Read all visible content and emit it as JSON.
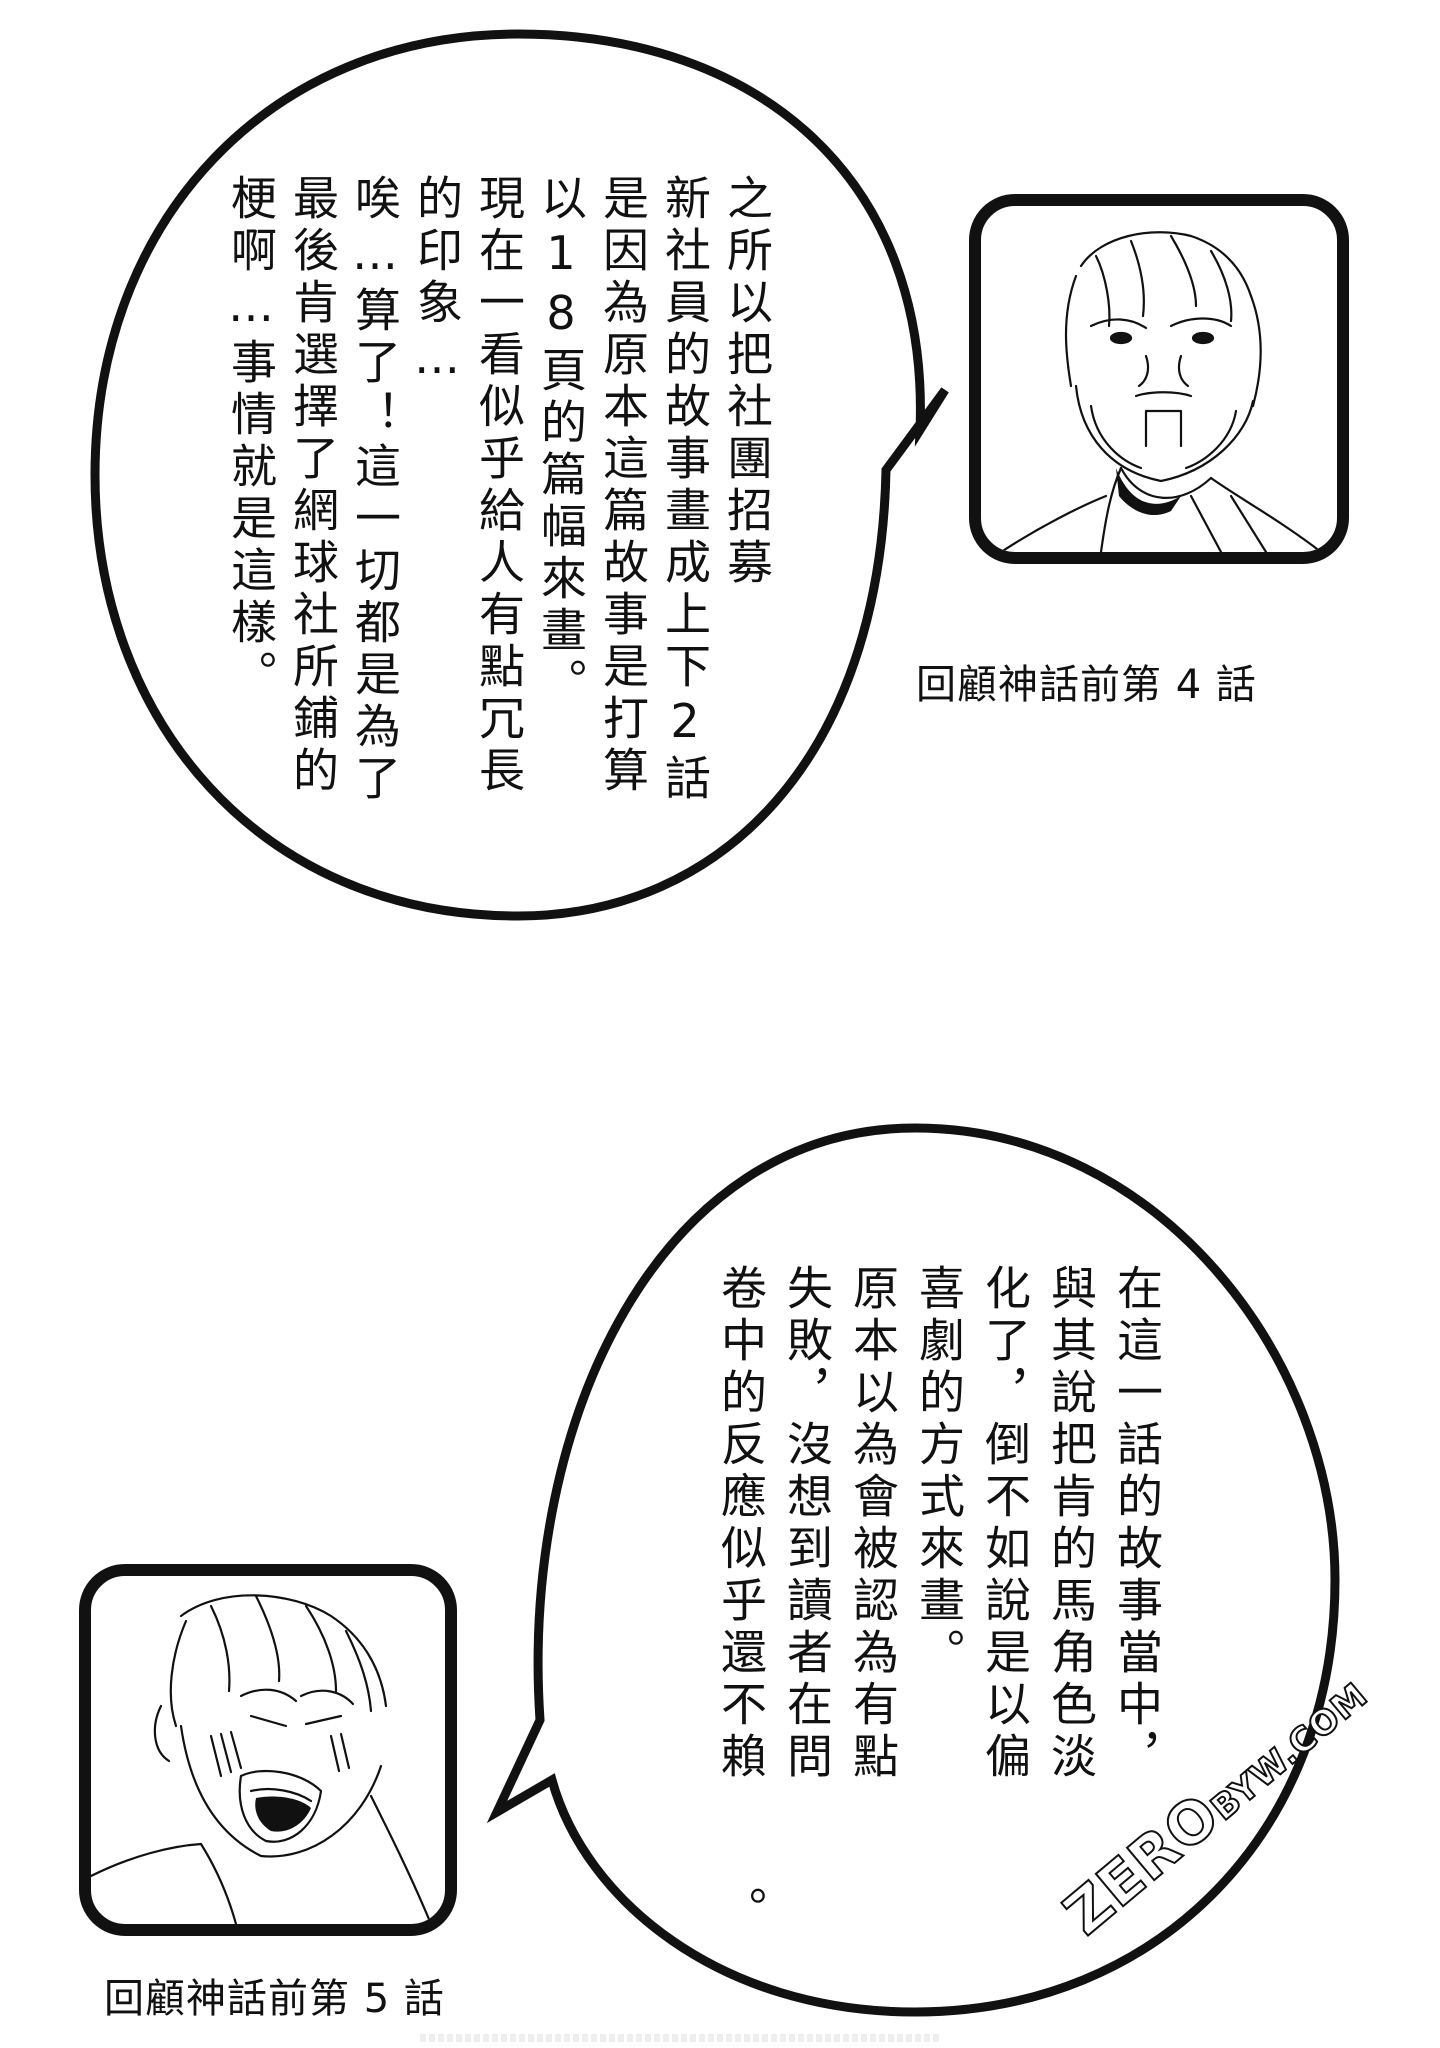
{
  "page": {
    "background": "#ffffff",
    "ink": "#111111"
  },
  "panel_top": {
    "bubble_columns": [
      "之所以把社團招募",
      "新社員的故事畫成上下2話",
      "是因為原本這篇故事是打算",
      "以18頁的篇幅來畫。",
      "現在一看似乎給人有點冗長",
      "的印象…",
      "唉…算了！這一切都是為了",
      "最後肯選擇了網球社所鋪的",
      "梗啊…事情就是這樣。"
    ],
    "avatar_alt": "bearded-man-portrait",
    "caption": "回顧神話前第 4 話"
  },
  "panel_bottom": {
    "bubble_columns": [
      "在這一話的故事當中，",
      "與其說把肯的馬角色淡",
      "化了，倒不如說是以偏",
      "喜劇的方式來畫。",
      "原本以為會被認為有點",
      "失敗，沒想到讀者在問",
      "卷中的反應似乎還不賴",
      "。"
    ],
    "avatar_alt": "bearded-man-laughing-portrait",
    "caption": "回顧神話前第 5 話"
  },
  "watermark": {
    "big": "ZERO",
    "small": "BYW.COM"
  }
}
